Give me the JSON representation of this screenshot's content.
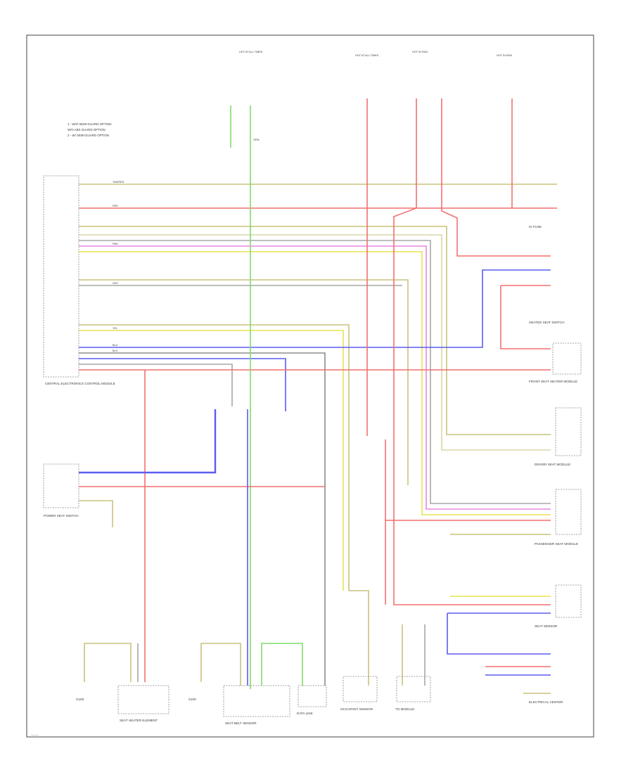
{
  "footer": {
    "code": "_____"
  },
  "legend": [
    "1 - W/O SEMI-GUARD OPTION",
    "    W/O ABS GUARD OPTION",
    "2 - W/ SEMI-GUARD OPTION"
  ],
  "components": {
    "central_module": "CENTRAL ELECTRONICS CONTROL MODULE",
    "power_seat_switch": "POWER SEAT SWITCH",
    "driver_seat_module": "DRIVER SEAT MODULE",
    "passenger_seat_module": "PASSENGER SEAT MODULE",
    "front_seat_heater_module": "FRONT SEAT HEATER MODULE",
    "hi_fuse": "HI FUSE",
    "electrical_center": "ELECTRICAL CENTER",
    "heated_seat_switch": "HEATED SEAT SWITCH",
    "seat_heater_element": "SEAT HEATER ELEMENT",
    "seat_sensor": "SEAT SENSOR",
    "seat_belt_sensor": "SEAT BELT SENSOR",
    "occupant_sensor": "OCCUPANT SENSOR",
    "data_link": "DATA LINK",
    "to_module": "TO MODULE",
    "ground": "G100",
    "splice": "S100"
  },
  "fuses": {
    "f1": "HOT AT ALL TIMES",
    "f2": "HOT AT ALL TIMES",
    "f3": "HOT IN RUN",
    "f4": "HOT IN RUN"
  },
  "wire_colors": {
    "tan_red": "TAN/RED",
    "red": "RED",
    "blue": "BLU",
    "green": "GRN",
    "yellow": "YEL",
    "pink": "PNK",
    "gray": "GRY",
    "black": "BLK"
  },
  "colors": {
    "red": "#f46f6f",
    "olive": "#c9c27c",
    "blue": "#5c5cf0",
    "green": "#7fdc6a",
    "yellow": "#e7e24f",
    "pink": "#ec86e3",
    "gray": "#a7a7a7",
    "dark": "#555555"
  }
}
